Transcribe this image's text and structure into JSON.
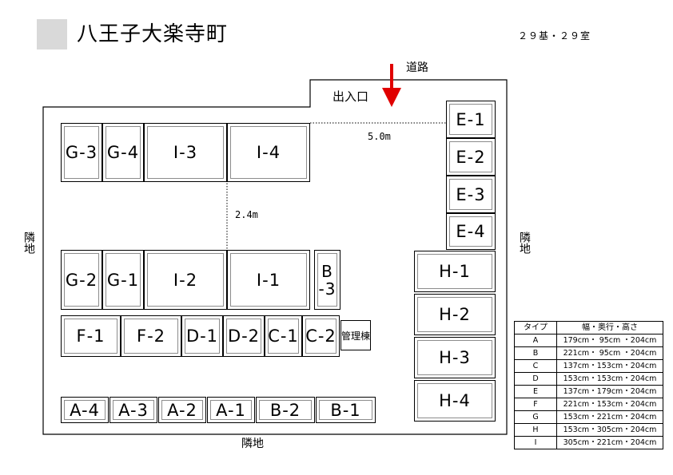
{
  "header": {
    "title": "八王子大楽寺町",
    "count": "２９基・２９室"
  },
  "site": {
    "road_label": "道路",
    "entrance_label": "出入口",
    "neighbor_label": "隣地",
    "dim_horizontal": "5.0m",
    "dim_vertical": "2.4m",
    "management_label": "管理棟",
    "arrow_color": "#e00000"
  },
  "units": {
    "G3": "G-3",
    "G4": "G-4",
    "I3": "I-3",
    "I4": "I-4",
    "G2": "G-2",
    "G1": "G-1",
    "I2": "I-2",
    "I1": "I-1",
    "B3a": "B",
    "B3b": "-3",
    "F1": "F-1",
    "F2": "F-2",
    "D1": "D-1",
    "D2": "D-2",
    "C1": "C-1",
    "C2": "C-2",
    "A4": "A-4",
    "A3": "A-3",
    "A2": "A-2",
    "A1": "A-1",
    "B2": "B-2",
    "B1": "B-1",
    "E1": "E-1",
    "E2": "E-2",
    "E3": "E-3",
    "E4": "E-4",
    "H1": "H-1",
    "H2": "H-2",
    "H3": "H-3",
    "H4": "H-4"
  },
  "type_table": {
    "headers": [
      "タイプ",
      "幅・奥行・高さ"
    ],
    "rows": [
      {
        "type": "A",
        "size": "179cm・ 95cm ・204cm"
      },
      {
        "type": "B",
        "size": "221cm・ 95cm ・204cm"
      },
      {
        "type": "C",
        "size": "137cm・153cm・204cm"
      },
      {
        "type": "D",
        "size": "153cm・153cm・204cm"
      },
      {
        "type": "E",
        "size": "137cm・179cm・204cm"
      },
      {
        "type": "F",
        "size": "221cm・153cm・204cm"
      },
      {
        "type": "G",
        "size": "153cm・221cm・204cm"
      },
      {
        "type": "H",
        "size": "153cm・305cm・204cm"
      },
      {
        "type": "I",
        "size": "305cm・221cm・204cm"
      }
    ]
  }
}
